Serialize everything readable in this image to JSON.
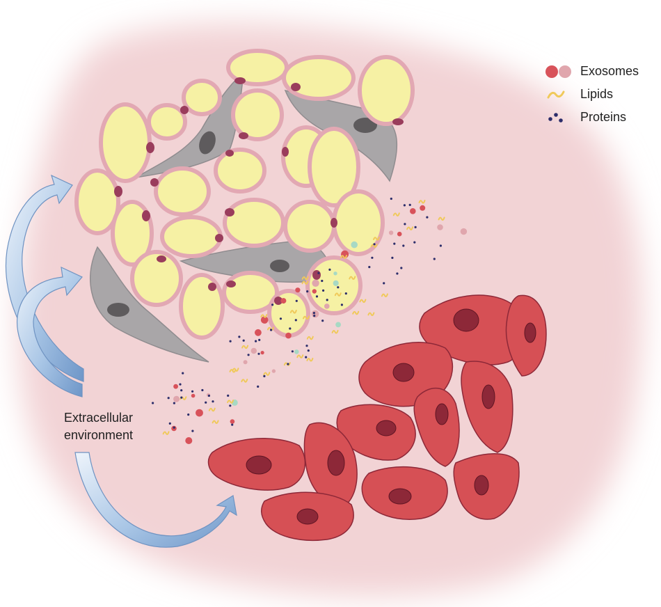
{
  "legend": {
    "items": [
      {
        "label": "Exosomes",
        "icon": "exosome-pair-icon",
        "colors": [
          "#d8525a",
          "#e0a6ad"
        ]
      },
      {
        "label": "Lipids",
        "icon": "lipid-squiggle-icon",
        "colors": [
          "#f0c95a"
        ]
      },
      {
        "label": "Proteins",
        "icon": "protein-dots-icon",
        "colors": [
          "#2c2d6a"
        ]
      }
    ]
  },
  "environment_label": {
    "line1": "Extracellular",
    "line2": "environment"
  },
  "colors": {
    "background_blob": "#f2d3d5",
    "adipocyte_fill": "#f6f1a4",
    "adipocyte_border": "#e2a8b3",
    "adipocyte_nucleus": "#9a3d5c",
    "stromal_cell": "#a9a6a8",
    "stromal_nucleus": "#5e5b5d",
    "tumor_cell": "#d65055",
    "tumor_nucleus": "#8d2838",
    "arrow": "#8fb1d8"
  }
}
